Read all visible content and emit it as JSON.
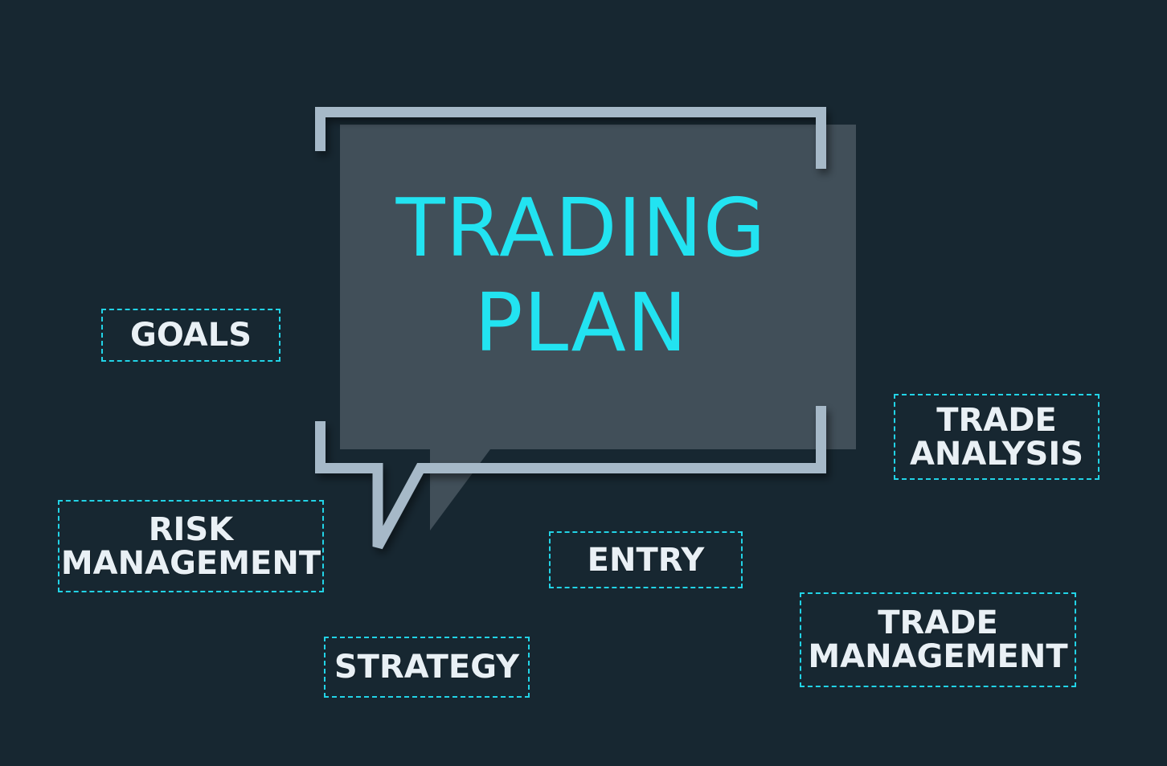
{
  "title": {
    "line1": "TRADING",
    "line2": "PLAN",
    "color": "#22e3f1"
  },
  "colors": {
    "background": "#172731",
    "bubble_fill": "#414f59",
    "frame_stroke": "#a6b9c8",
    "tag_border": "#22d3e6",
    "tag_text": "#e9f0f5"
  },
  "tags": {
    "goals": {
      "line1": "GOALS"
    },
    "trade_analysis": {
      "line1": "TRADE",
      "line2": "ANALYSIS"
    },
    "risk_management": {
      "line1": "RISK",
      "line2": "MANAGEMENT"
    },
    "entry": {
      "line1": "ENTRY"
    },
    "trade_management": {
      "line1": "TRADE",
      "line2": "MANAGEMENT"
    },
    "strategy": {
      "line1": "STRATEGY"
    }
  }
}
